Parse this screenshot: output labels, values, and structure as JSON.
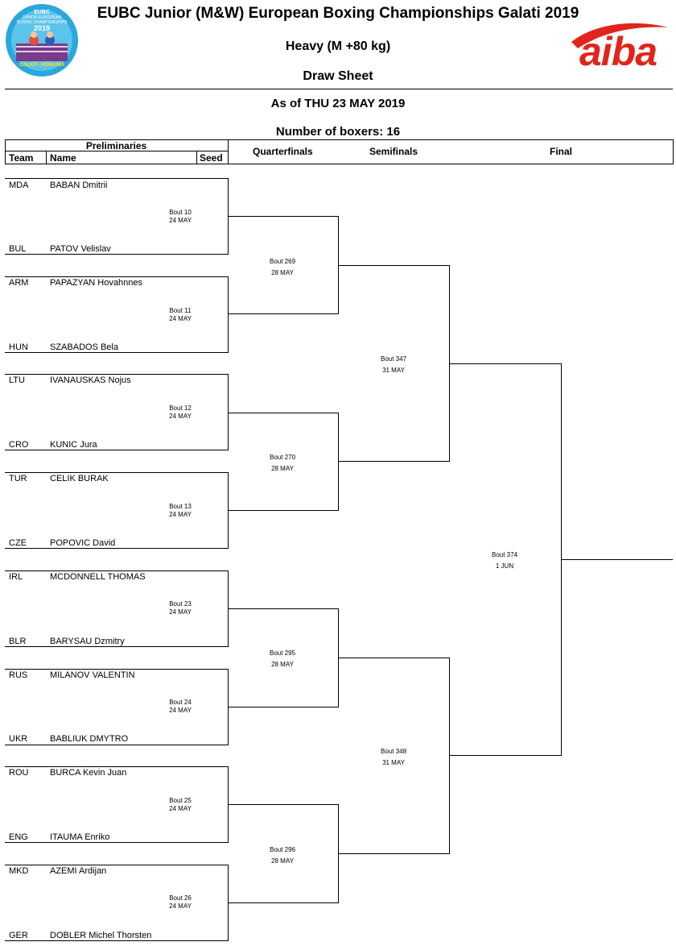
{
  "header": {
    "title": "EUBC Junior (M&W) European Boxing Championships Galati 2019",
    "weight": "Heavy (M +80 kg)",
    "sheet": "Draw Sheet",
    "as_of": "As of THU 23 MAY 2019",
    "boxers": "Number of boxers: 16"
  },
  "logo_left": {
    "line1": "EUBC",
    "line2": "JUNIOR EUROPEAN",
    "line3": "BOXING CHAMPIONSHIPS",
    "year": "2019",
    "city": "GALATI - ROMANIA"
  },
  "logo_right": {
    "text": "aiba",
    "color": "#e1251b"
  },
  "columns": {
    "preliminaries": "Preliminaries",
    "team": "Team",
    "name": "Name",
    "seed": "Seed",
    "quarterfinals": "Quarterfinals",
    "semifinals": "Semifinals",
    "final": "Final"
  },
  "boxers": [
    {
      "team": "MDA",
      "name": "BABAN Dmitrii"
    },
    {
      "team": "BUL",
      "name": "PATOV Velislav"
    },
    {
      "team": "ARM",
      "name": "PAPAZYAN Hovahnnes"
    },
    {
      "team": "HUN",
      "name": "SZABADOS Bela"
    },
    {
      "team": "LTU",
      "name": "IVANAUSKAS Nojus"
    },
    {
      "team": "CRO",
      "name": "KUNIC Jura"
    },
    {
      "team": "TUR",
      "name": "CELIK BURAK"
    },
    {
      "team": "CZE",
      "name": "POPOVIC David"
    },
    {
      "team": "IRL",
      "name": "MCDONNELL THOMAS"
    },
    {
      "team": "BLR",
      "name": "BARYSAU Dzmitry"
    },
    {
      "team": "RUS",
      "name": "MILANOV VALENTIN"
    },
    {
      "team": "UKR",
      "name": "BABLIUK DMYTRO"
    },
    {
      "team": "ROU",
      "name": "BURCA Kevin Juan"
    },
    {
      "team": "ENG",
      "name": "ITAUMA Enriko"
    },
    {
      "team": "MKD",
      "name": "AZEMI Ardijan"
    },
    {
      "team": "GER",
      "name": "DOBLER Michel Thorsten"
    }
  ],
  "bouts": {
    "prelim": [
      {
        "bout": "Bout 10",
        "date": "24 MAY"
      },
      {
        "bout": "Bout 11",
        "date": "24 MAY"
      },
      {
        "bout": "Bout 12",
        "date": "24 MAY"
      },
      {
        "bout": "Bout 13",
        "date": "24 MAY"
      },
      {
        "bout": "Bout 23",
        "date": "24 MAY"
      },
      {
        "bout": "Bout 24",
        "date": "24 MAY"
      },
      {
        "bout": "Bout 25",
        "date": "24 MAY"
      },
      {
        "bout": "Bout 26",
        "date": "24 MAY"
      }
    ],
    "quarter": [
      {
        "bout": "Bout 269",
        "date": "28 MAY"
      },
      {
        "bout": "Bout 270",
        "date": "28 MAY"
      },
      {
        "bout": "Bout 295",
        "date": "28 MAY"
      },
      {
        "bout": "Bout 296",
        "date": "28 MAY"
      }
    ],
    "semi": [
      {
        "bout": "Bout 347",
        "date": "31 MAY"
      },
      {
        "bout": "Bout 348",
        "date": "31 MAY"
      }
    ],
    "final": [
      {
        "bout": "Bout 374",
        "date": "1 JUN"
      }
    ]
  }
}
